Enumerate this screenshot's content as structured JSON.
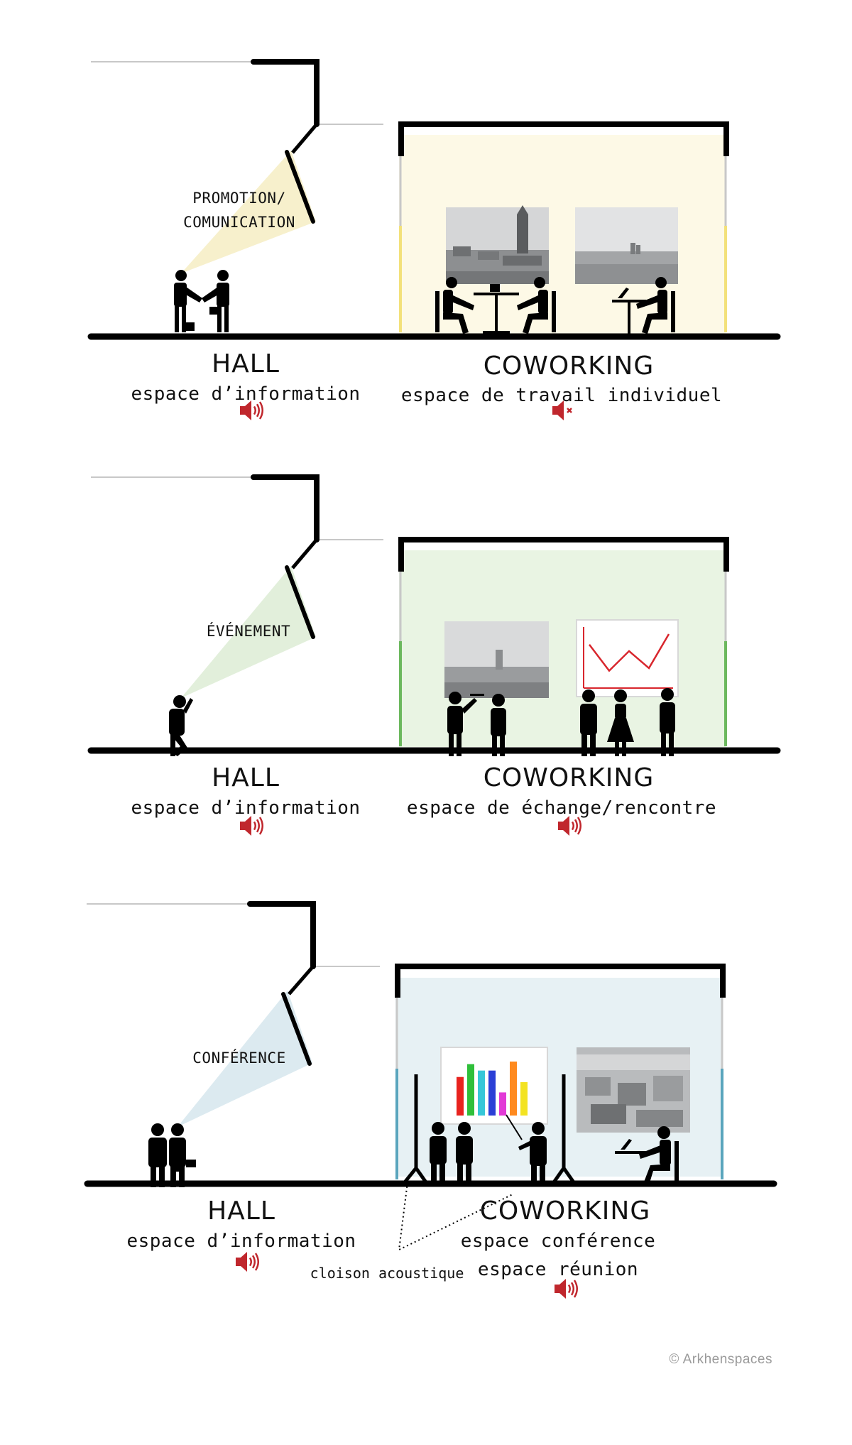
{
  "colors": {
    "wall": "#000000",
    "gray_line": "#c8c8c8",
    "speaker": "#c0272d",
    "panel1_fill": "#fdf9e6",
    "panel1_beam": "#f7f0cc",
    "panel1_partition": "#f3e17a",
    "panel2_fill": "#e9f4e3",
    "panel2_beam": "#e2efdb",
    "panel2_partition": "#6cb85e",
    "panel3_fill": "#e7f1f4",
    "panel3_beam": "#dceaf0",
    "panel3_partition": "#5aa5bd"
  },
  "panels": [
    {
      "beam_label_lines": [
        "PROMOTION/",
        "COMUNICATION"
      ],
      "hall_title": "HALL",
      "hall_sub": "espace d’information",
      "hall_icon": "speaker-on-icon",
      "cow_title": "COWORKING",
      "cow_sub_lines": [
        "espace de travail individuel"
      ],
      "cow_icon": "speaker-muted-icon"
    },
    {
      "beam_label_lines": [
        "ÉVÉNEMENT"
      ],
      "hall_title": "HALL",
      "hall_sub": "espace d’information",
      "hall_icon": "speaker-on-icon",
      "cow_title": "COWORKING",
      "cow_sub_lines": [
        "espace de échange/rencontre"
      ],
      "cow_icon": "speaker-on-icon"
    },
    {
      "beam_label_lines": [
        "CONFÉRENCE"
      ],
      "hall_title": "HALL",
      "hall_sub": "espace d’information",
      "hall_icon": "speaker-on-icon",
      "cow_title": "COWORKING",
      "cow_sub_lines": [
        "espace conférence",
        "espace réunion"
      ],
      "cow_icon": "speaker-on-icon",
      "callout": "cloison acoustique"
    }
  ],
  "chart_bars": {
    "values": [
      3,
      4,
      3.5,
      3.5,
      1.8,
      4.2,
      2.6
    ],
    "colors": [
      "#e8231f",
      "#2fbf3a",
      "#36c7d8",
      "#2a3fd6",
      "#e23ad6",
      "#ff8a1e",
      "#f3e322"
    ]
  },
  "line_chart": {
    "values": [
      3,
      1,
      2.5,
      1.2,
      3.8
    ]
  },
  "credit": "©  Arkhenspaces"
}
